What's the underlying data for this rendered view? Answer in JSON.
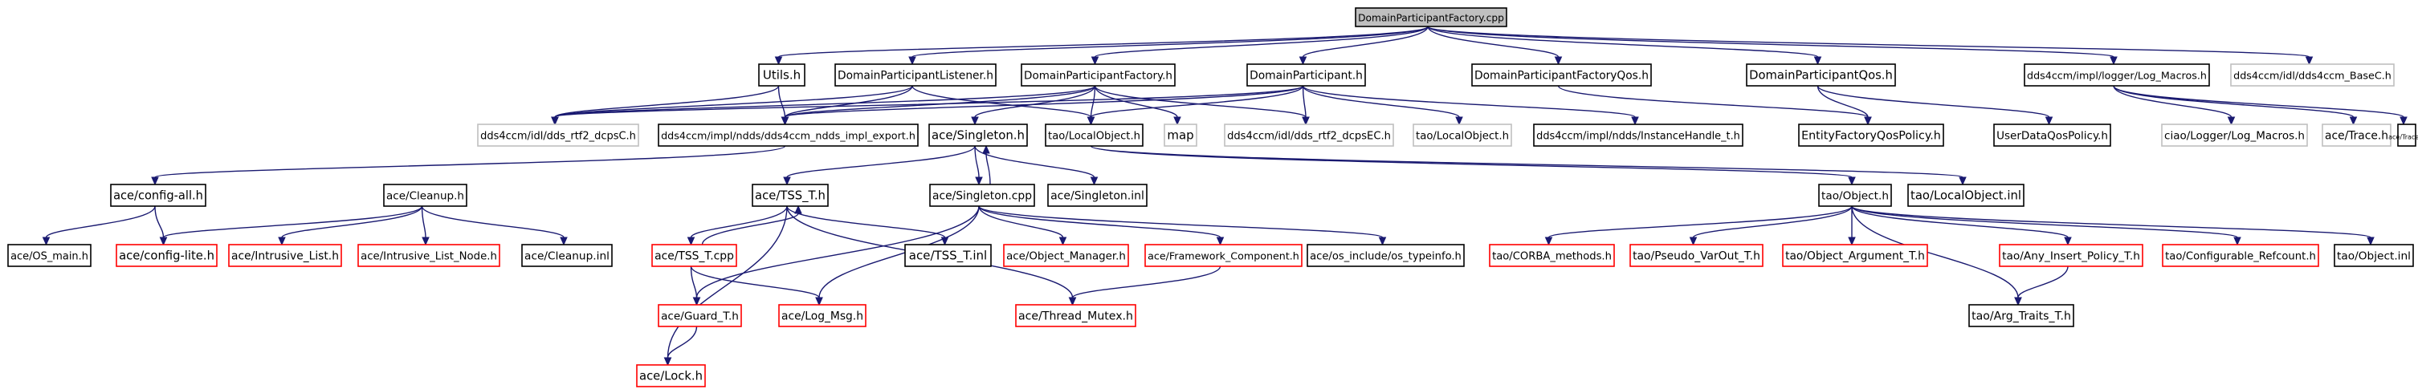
{
  "colors": {
    "root_fill": "#bfbfbf",
    "border_black": "#000000",
    "border_red": "#ff0000",
    "border_gray": "#bfbfbf",
    "edge": "#191970"
  },
  "nodes": [
    {
      "id": "root",
      "label": "DomainParticipantFactory.cpp",
      "style": "root"
    },
    {
      "id": "utils",
      "label": "Utils.h",
      "style": "black"
    },
    {
      "id": "dplistener",
      "label": "DomainParticipantListener.h",
      "style": "black"
    },
    {
      "id": "dpfactory_h",
      "label": "DomainParticipantFactory.h",
      "style": "black"
    },
    {
      "id": "dp_h",
      "label": "DomainParticipant.h",
      "style": "black"
    },
    {
      "id": "dpfqos",
      "label": "DomainParticipantFactoryQos.h",
      "style": "black"
    },
    {
      "id": "dpqos",
      "label": "DomainParticipantQos.h",
      "style": "black"
    },
    {
      "id": "logmacros",
      "label": "dds4ccm/impl/logger/Log_Macros.h",
      "style": "black"
    },
    {
      "id": "basec",
      "label": "dds4ccm/idl/dds4ccm_BaseC.h",
      "style": "gray"
    },
    {
      "id": "dcpsc",
      "label": "dds4ccm/idl/dds_rtf2_dcpsC.h",
      "style": "gray"
    },
    {
      "id": "nddsexport",
      "label": "dds4ccm/impl/ndds/dds4ccm_ndds_impl_export.h",
      "style": "black"
    },
    {
      "id": "singleton_h",
      "label": "ace/Singleton.h",
      "style": "black"
    },
    {
      "id": "taolocalobj",
      "label": "tao/LocalObject.h",
      "style": "black"
    },
    {
      "id": "map",
      "label": "map",
      "style": "gray"
    },
    {
      "id": "dcpsec",
      "label": "dds4ccm/idl/dds_rtf2_dcpsEC.h",
      "style": "gray"
    },
    {
      "id": "taolocalobj2",
      "label": "tao/LocalObject.h",
      "style": "gray"
    },
    {
      "id": "instancehandle",
      "label": "dds4ccm/impl/ndds/InstanceHandle_t.h",
      "style": "black"
    },
    {
      "id": "entityfqos",
      "label": "EntityFactoryQosPolicy.h",
      "style": "black"
    },
    {
      "id": "userdataqos",
      "label": "UserDataQosPolicy.h",
      "style": "black"
    },
    {
      "id": "ciaologmacros",
      "label": "ciao/Logger/Log_Macros.h",
      "style": "gray"
    },
    {
      "id": "acetrace_g",
      "label": "ace/Trace.h",
      "style": "gray"
    },
    {
      "id": "acetrace_b",
      "label": "ace/Trace.h",
      "style": "black"
    },
    {
      "id": "configall",
      "label": "ace/config-all.h",
      "style": "black"
    },
    {
      "id": "cleanup_h",
      "label": "ace/Cleanup.h",
      "style": "black"
    },
    {
      "id": "tsst_h",
      "label": "ace/TSS_T.h",
      "style": "black"
    },
    {
      "id": "singleton_cpp",
      "label": "ace/Singleton.cpp",
      "style": "black"
    },
    {
      "id": "singleton_inl",
      "label": "ace/Singleton.inl",
      "style": "black"
    },
    {
      "id": "taoobject_h",
      "label": "tao/Object.h",
      "style": "black"
    },
    {
      "id": "taolocalobj_inl",
      "label": "tao/LocalObject.inl",
      "style": "black"
    },
    {
      "id": "osmain",
      "label": "ace/OS_main.h",
      "style": "black"
    },
    {
      "id": "configlite",
      "label": "ace/config-lite.h",
      "style": "red"
    },
    {
      "id": "intrlist",
      "label": "ace/Intrusive_List.h",
      "style": "red"
    },
    {
      "id": "intrlistnode",
      "label": "ace/Intrusive_List_Node.h",
      "style": "red"
    },
    {
      "id": "cleanup_inl",
      "label": "ace/Cleanup.inl",
      "style": "black"
    },
    {
      "id": "tsst_cpp",
      "label": "ace/TSS_T.cpp",
      "style": "red"
    },
    {
      "id": "tsst_inl",
      "label": "ace/TSS_T.inl",
      "style": "black"
    },
    {
      "id": "objmanager",
      "label": "ace/Object_Manager.h",
      "style": "red"
    },
    {
      "id": "fwcomponent",
      "label": "ace/Framework_Component.h",
      "style": "red"
    },
    {
      "id": "typeinfo",
      "label": "ace/os_include/os_typeinfo.h",
      "style": "black"
    },
    {
      "id": "guardt",
      "label": "ace/Guard_T.h",
      "style": "red"
    },
    {
      "id": "logmsg",
      "label": "ace/Log_Msg.h",
      "style": "red"
    },
    {
      "id": "threadmutex",
      "label": "ace/Thread_Mutex.h",
      "style": "red"
    },
    {
      "id": "lock",
      "label": "ace/Lock.h",
      "style": "red"
    },
    {
      "id": "corbamethods",
      "label": "tao/CORBA_methods.h",
      "style": "red"
    },
    {
      "id": "pseudovarout",
      "label": "tao/Pseudo_VarOut_T.h",
      "style": "red"
    },
    {
      "id": "objargument",
      "label": "tao/Object_Argument_T.h",
      "style": "red"
    },
    {
      "id": "anyinsert",
      "label": "tao/Any_Insert_Policy_T.h",
      "style": "red"
    },
    {
      "id": "confrefcount",
      "label": "tao/Configurable_Refcount.h",
      "style": "red"
    },
    {
      "id": "taoobject_inl",
      "label": "tao/Object.inl",
      "style": "black"
    },
    {
      "id": "argtraits",
      "label": "tao/Arg_Traits_T.h",
      "style": "black"
    }
  ],
  "edges": [
    [
      "root",
      "utils"
    ],
    [
      "root",
      "dplistener"
    ],
    [
      "root",
      "dpfactory_h"
    ],
    [
      "root",
      "dp_h"
    ],
    [
      "root",
      "dpfqos"
    ],
    [
      "root",
      "dpqos"
    ],
    [
      "root",
      "logmacros"
    ],
    [
      "root",
      "basec"
    ],
    [
      "utils",
      "dcpsc"
    ],
    [
      "utils",
      "nddsexport"
    ],
    [
      "dplistener",
      "dcpsc"
    ],
    [
      "dplistener",
      "nddsexport"
    ],
    [
      "dplistener",
      "taolocalobj"
    ],
    [
      "dpfactory_h",
      "dcpsc"
    ],
    [
      "dpfactory_h",
      "nddsexport"
    ],
    [
      "dpfactory_h",
      "singleton_h"
    ],
    [
      "dpfactory_h",
      "taolocalobj"
    ],
    [
      "dpfactory_h",
      "map"
    ],
    [
      "dpfactory_h",
      "dcpsec"
    ],
    [
      "dp_h",
      "dcpsc"
    ],
    [
      "dp_h",
      "nddsexport"
    ],
    [
      "dp_h",
      "taolocalobj"
    ],
    [
      "dp_h",
      "dcpsec"
    ],
    [
      "dp_h",
      "taolocalobj2"
    ],
    [
      "dp_h",
      "instancehandle"
    ],
    [
      "dpfqos",
      "entityfqos"
    ],
    [
      "dpqos",
      "entityfqos"
    ],
    [
      "dpqos",
      "userdataqos"
    ],
    [
      "logmacros",
      "ciaologmacros"
    ],
    [
      "logmacros",
      "acetrace_g"
    ],
    [
      "logmacros",
      "acetrace_b"
    ],
    [
      "nddsexport",
      "configall"
    ],
    [
      "singleton_h",
      "singleton_cpp"
    ],
    [
      "singleton_h",
      "singleton_inl"
    ],
    [
      "singleton_h",
      "tsst_h"
    ],
    [
      "singleton_cpp",
      "singleton_h"
    ],
    [
      "taolocalobj",
      "taoobject_h"
    ],
    [
      "taolocalobj",
      "taolocalobj_inl"
    ],
    [
      "configall",
      "osmain"
    ],
    [
      "configall",
      "configlite"
    ],
    [
      "cleanup_h",
      "configlite"
    ],
    [
      "cleanup_h",
      "intrlist"
    ],
    [
      "cleanup_h",
      "intrlistnode"
    ],
    [
      "cleanup_h",
      "cleanup_inl"
    ],
    [
      "tsst_h",
      "tsst_cpp"
    ],
    [
      "tsst_h",
      "tsst_inl"
    ],
    [
      "tsst_h",
      "lock"
    ],
    [
      "tsst_h",
      "threadmutex"
    ],
    [
      "tsst_cpp",
      "tsst_h"
    ],
    [
      "tsst_cpp",
      "guardt"
    ],
    [
      "tsst_cpp",
      "logmsg"
    ],
    [
      "singleton_cpp",
      "objmanager"
    ],
    [
      "singleton_cpp",
      "fwcomponent"
    ],
    [
      "singleton_cpp",
      "typeinfo"
    ],
    [
      "singleton_cpp",
      "guardt"
    ],
    [
      "singleton_cpp",
      "logmsg"
    ],
    [
      "fwcomponent",
      "threadmutex"
    ],
    [
      "guardt",
      "lock"
    ],
    [
      "taoobject_h",
      "corbamethods"
    ],
    [
      "taoobject_h",
      "pseudovarout"
    ],
    [
      "taoobject_h",
      "objargument"
    ],
    [
      "taoobject_h",
      "anyinsert"
    ],
    [
      "taoobject_h",
      "confrefcount"
    ],
    [
      "taoobject_h",
      "taoobject_inl"
    ],
    [
      "taoobject_h",
      "argtraits"
    ],
    [
      "anyinsert",
      "argtraits"
    ]
  ]
}
